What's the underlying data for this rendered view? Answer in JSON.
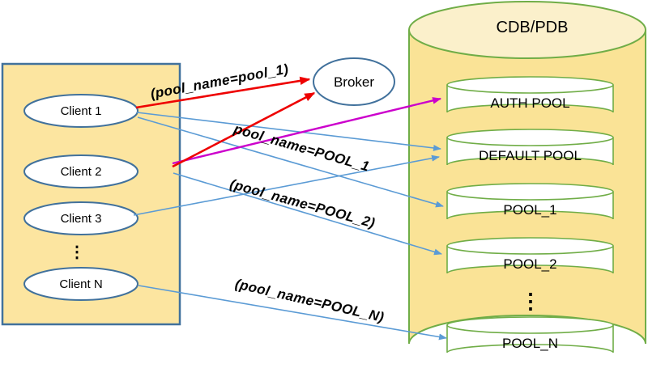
{
  "clients": {
    "items": [
      {
        "label": "Client 1"
      },
      {
        "label": "Client 2"
      },
      {
        "label": "Client 3"
      },
      {
        "label": "Client N"
      }
    ],
    "ellipsis": "⋮"
  },
  "broker": {
    "label": "Broker"
  },
  "database": {
    "title": "CDB/PDB",
    "pools": [
      {
        "label": "AUTH POOL"
      },
      {
        "label": "DEFAULT POOL"
      },
      {
        "label": "POOL_1"
      },
      {
        "label": "POOL_2"
      },
      {
        "label": "POOL_N"
      }
    ],
    "ellipsis": "⋮"
  },
  "connections": {
    "labels": {
      "broker_request": "(pool_name=pool_1)",
      "pool_1": "pool_name=POOL_1",
      "pool_2": "(pool_name=POOL_2)",
      "pool_n": "(pool_name=POOL_N)"
    }
  },
  "colors": {
    "client_box_fill": "#FCE5A0",
    "client_box_border": "#41719C",
    "ellipse_border": "#41719C",
    "cylinder_body_fill": "#FAE396",
    "cylinder_top_fill": "#FBF0CB",
    "cylinder_border": "#70AD47",
    "blue_arrow": "#5B9BD5",
    "red_arrow": "#EE0000",
    "magenta_arrow": "#CC00CC",
    "text": "#000000"
  }
}
